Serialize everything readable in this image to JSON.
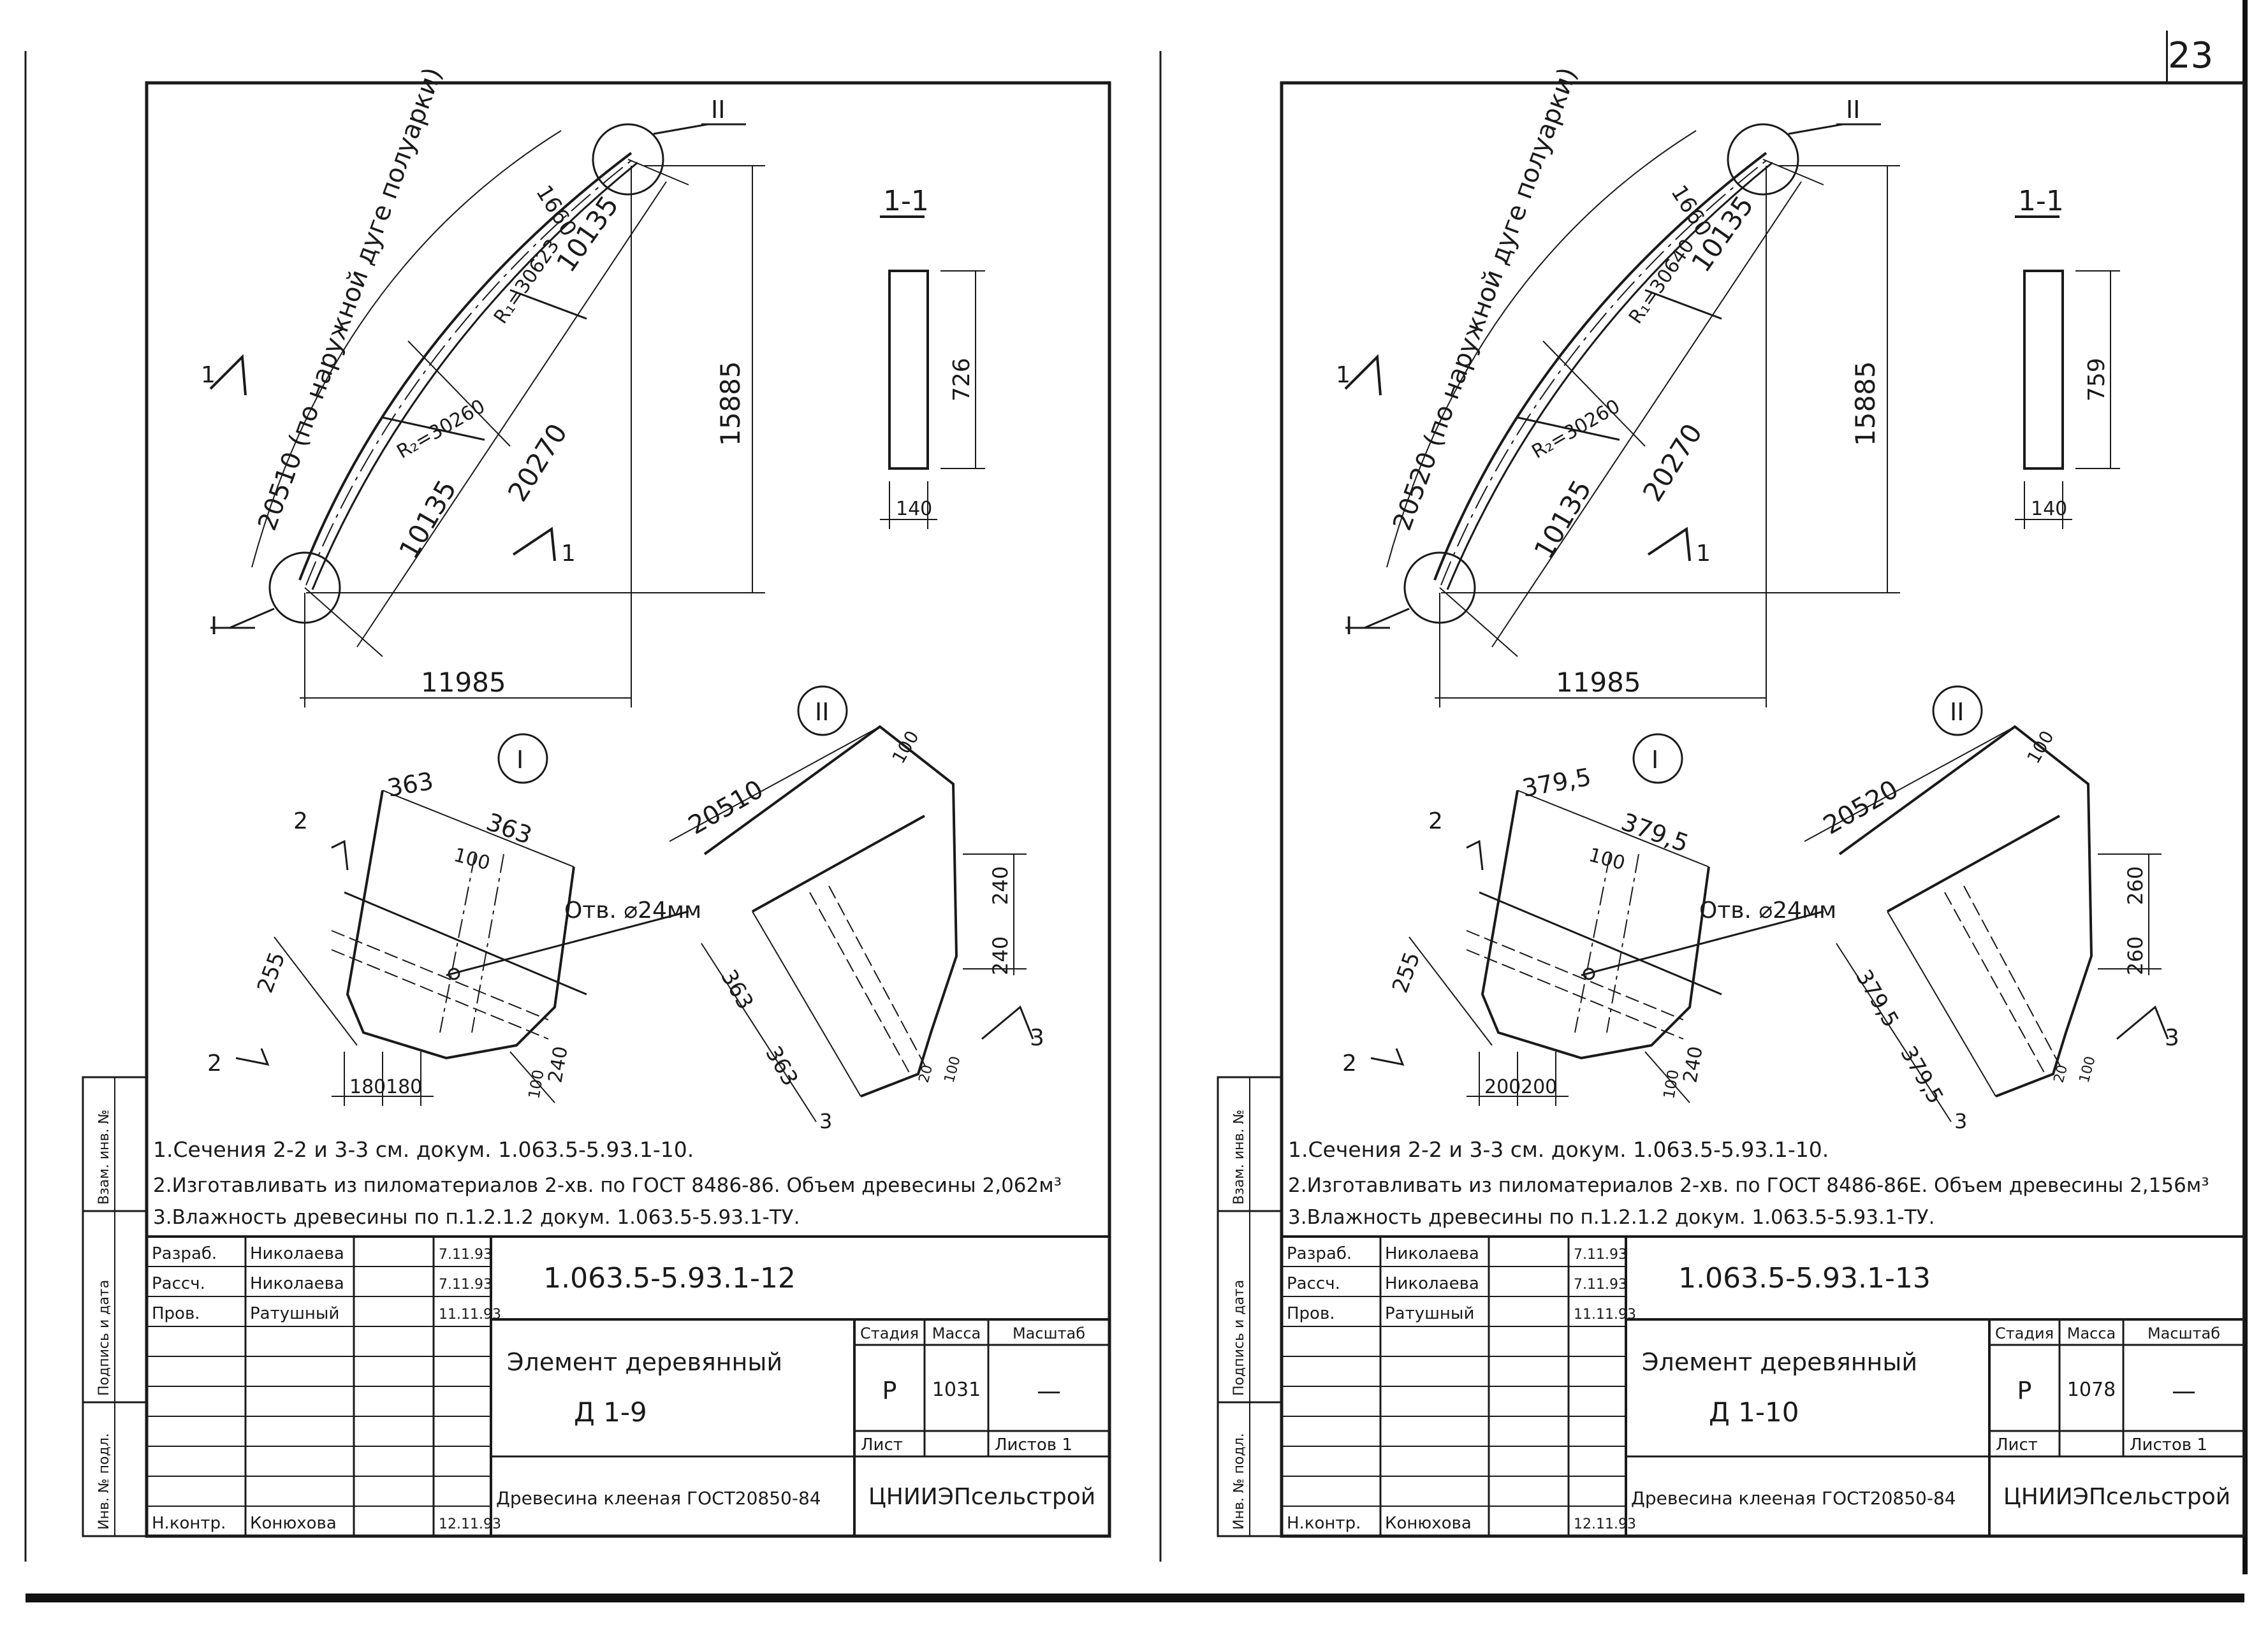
{
  "page_number": "23",
  "sheets": [
    {
      "arc_length_label": "20510 (по наружной дуге полуарки)",
      "arc_inner": "1660",
      "r1": "R₁=30623",
      "r2": "R₂=30260",
      "chord_half_a": "10135",
      "chord_half_b": "10135",
      "chord_total": "20270",
      "height": "15885",
      "span": "11985",
      "node_I": "I",
      "node_II": "II",
      "section_mark": "1",
      "section_title": "1-1",
      "section_height": "726",
      "section_width": "140",
      "detail_I_title": "I",
      "detail_I_dim_a": "363",
      "detail_I_dim_b": "363",
      "detail_I_dim_c": "100",
      "detail_I_dim_d": "255",
      "detail_I_dim_e": "240",
      "detail_I_dim_f": "100",
      "detail_I_dim_g": "180",
      "detail_I_dim_h": "180",
      "hole": "Отв. ⌀24мм",
      "mark_2": "2",
      "detail_II_title": "II",
      "detail_II_len": "20510",
      "detail_II_dim_a": "100",
      "detail_II_dim_b": "240",
      "detail_II_dim_c": "240",
      "detail_II_dim_d": "363",
      "detail_II_dim_e": "363",
      "detail_II_dim_f": "20",
      "detail_II_dim_g": "100",
      "mark_3": "3",
      "note_1": "1.Сечения 2-2 и 3-3 см. докум. 1.063.5-5.93.1-10.",
      "note_2": "2.Изготавливать из пиломатериалов 2-хв. по ГОСТ 8486-86. Объем древесины 2,062м³",
      "note_3": "3.Влажность древесины по п.1.2.1.2 докум. 1.063.5-5.93.1-ТУ.",
      "stamp": {
        "roles": [
          "Разраб.",
          "Рассч.",
          "Пров.",
          "",
          "",
          "",
          "",
          "",
          "",
          "Н.контр."
        ],
        "names": [
          "Николаева",
          "Николаева",
          "Ратушный",
          "",
          "",
          "",
          "",
          "",
          "",
          "Конюхова"
        ],
        "dates": [
          "7.11.93",
          "7.11.93",
          "11.11.93",
          "",
          "",
          "",
          "",
          "",
          "",
          "12.11.93"
        ],
        "doc_code": "1.063.5-5.93.1-12",
        "title_line1": "Элемент деревянный",
        "title_line2": "Д 1-9",
        "stage_h": "Стадия",
        "mass_h": "Масса",
        "scale_h": "Масштаб",
        "stage": "Р",
        "mass": "1031",
        "scale": "—",
        "sheet_h": "Лист",
        "sheets_h": "Листов 1",
        "material": "Древесина клееная ГОСТ20850-84",
        "org": "ЦНИИЭПсельстрой"
      },
      "side_labels": [
        "Инв. № подл.",
        "Подпись и дата",
        "Взам. инв. №"
      ]
    },
    {
      "arc_length_label": "20520 (по наружной дуге полуарки)",
      "arc_inner": "1660",
      "r1": "R₁=30640",
      "r2": "R₂=30260",
      "chord_half_a": "10135",
      "chord_half_b": "10135",
      "chord_total": "20270",
      "height": "15885",
      "span": "11985",
      "node_I": "I",
      "node_II": "II",
      "section_mark": "1",
      "section_title": "1-1",
      "section_height": "759",
      "section_width": "140",
      "detail_I_title": "I",
      "detail_I_dim_a": "379,5",
      "detail_I_dim_b": "379,5",
      "detail_I_dim_c": "100",
      "detail_I_dim_d": "255",
      "detail_I_dim_e": "240",
      "detail_I_dim_f": "100",
      "detail_I_dim_g": "200",
      "detail_I_dim_h": "200",
      "hole": "Отв. ⌀24мм",
      "mark_2": "2",
      "detail_II_title": "II",
      "detail_II_len": "20520",
      "detail_II_dim_a": "100",
      "detail_II_dim_b": "260",
      "detail_II_dim_c": "260",
      "detail_II_dim_d": "379,5",
      "detail_II_dim_e": "379,5",
      "detail_II_dim_f": "20",
      "detail_II_dim_g": "100",
      "mark_3": "3",
      "note_1": "1.Сечения 2-2 и 3-3 см. докум. 1.063.5-5.93.1-10.",
      "note_2": "2.Изготавливать из пиломатериалов 2-хв. по ГОСТ 8486-86Е. Объем древесины 2,156м³",
      "note_3": "3.Влажность древесины по п.1.2.1.2 докум. 1.063.5-5.93.1-ТУ.",
      "stamp": {
        "roles": [
          "Разраб.",
          "Рассч.",
          "Пров.",
          "",
          "",
          "",
          "",
          "",
          "",
          "Н.контр."
        ],
        "names": [
          "Николаева",
          "Николаева",
          "Ратушный",
          "",
          "",
          "",
          "",
          "",
          "",
          "Конюхова"
        ],
        "dates": [
          "7.11.93",
          "7.11.93",
          "11.11.93",
          "",
          "",
          "",
          "",
          "",
          "",
          "12.11.93"
        ],
        "doc_code": "1.063.5-5.93.1-13",
        "title_line1": "Элемент деревянный",
        "title_line2": "Д 1-10",
        "stage_h": "Стадия",
        "mass_h": "Масса",
        "scale_h": "Масштаб",
        "stage": "Р",
        "mass": "1078",
        "scale": "—",
        "sheet_h": "Лист",
        "sheets_h": "Листов 1",
        "material": "Древесина клееная ГОСТ20850-84",
        "org": "ЦНИИЭПсельстрой"
      },
      "side_labels": [
        "Инв. № подл.",
        "Подпись и дата",
        "Взам. инв. №"
      ]
    }
  ]
}
